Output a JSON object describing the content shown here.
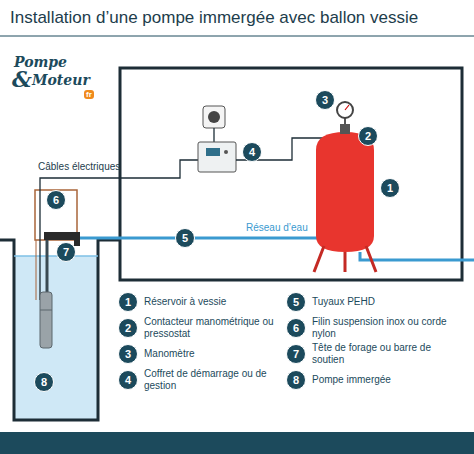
{
  "diagram": {
    "title": "Installation d’une pompe immergée avec ballon vessie",
    "labels": [
      "Pompe",
      "&",
      "Moteur",
      "fr",
      "Câbles électriques",
      "6",
      "7",
      "8",
      "5",
      "Réseau d’eau",
      "4",
      "3",
      "2",
      "1",
      "1",
      "Réservoir à vessie",
      "2",
      "Contacteur manométrique ou pressostat",
      "3",
      "Manomètre",
      "4",
      "Coffret de démarrage ou de gestion",
      "5",
      "Tuyaux PEHD",
      "6",
      "Filin suspension inox ou corde nylon",
      "7",
      "Tête de forage ou barre de soutien",
      "8",
      "Pompe immergée"
    ]
  }
}
